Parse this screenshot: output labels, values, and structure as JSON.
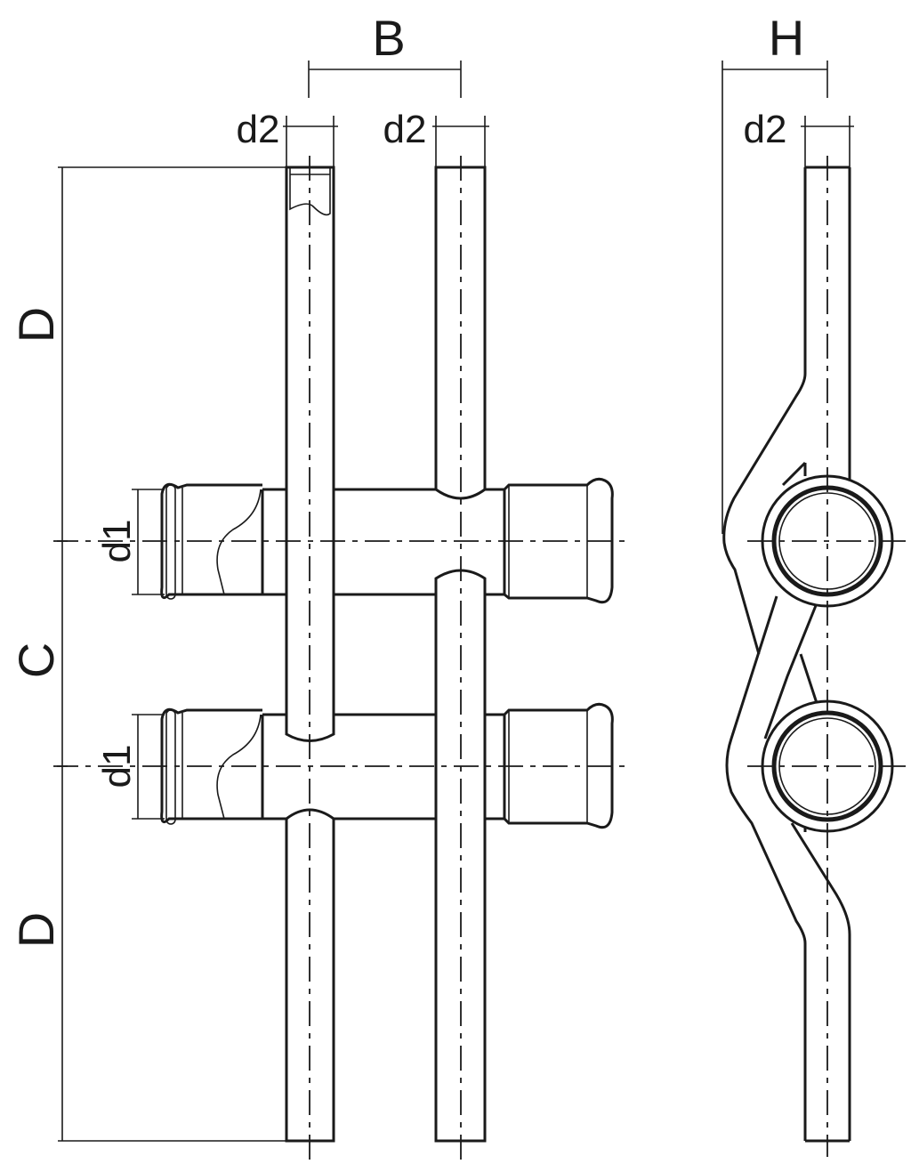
{
  "labels": {
    "B": "B",
    "H": "H",
    "d2_left": "d2",
    "d2_mid": "d2",
    "d2_side": "d2",
    "D_top": "D",
    "C": "C",
    "D_bottom": "D",
    "d1_top": "d1",
    "d1_bottom": "d1"
  },
  "colors": {
    "line": "#1a1a1a",
    "background": "#ffffff"
  }
}
